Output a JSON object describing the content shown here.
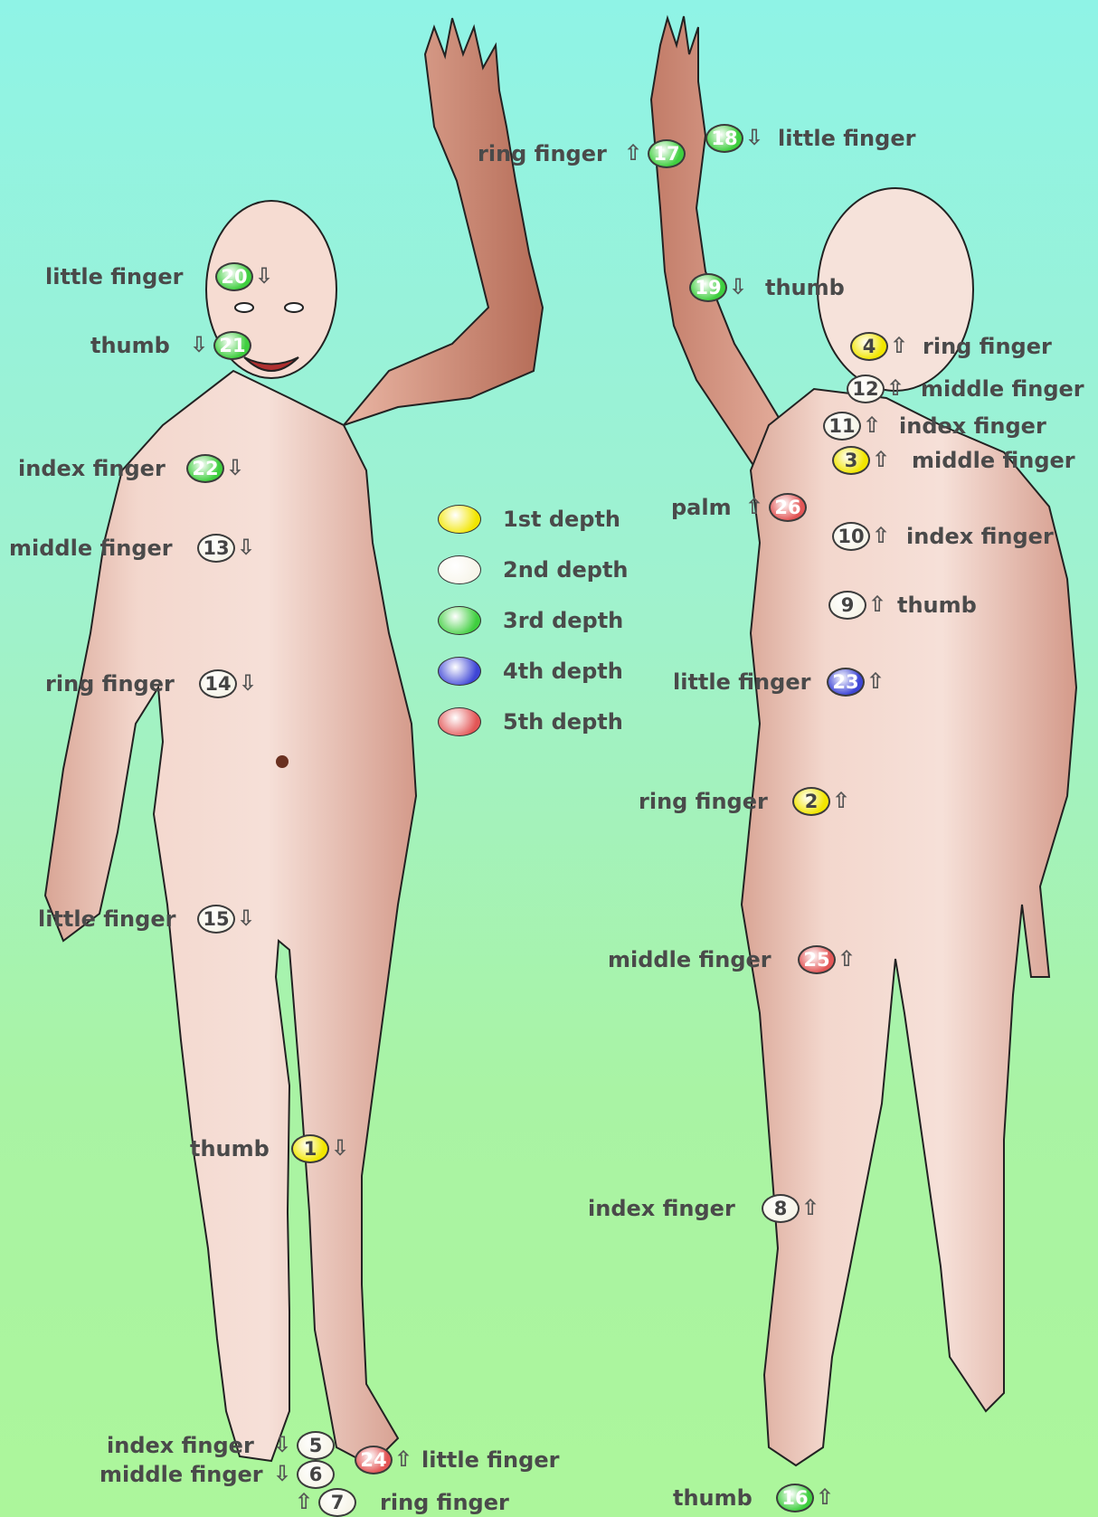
{
  "depth_colors": {
    "1": "#f2e600",
    "2": "#f7f5ea",
    "3": "#3fcf3f",
    "4": "#3e46d6",
    "5": "#e35656"
  },
  "legend": [
    {
      "label": "1st depth",
      "depth": 1
    },
    {
      "label": "2nd depth",
      "depth": 2
    },
    {
      "label": "3rd depth",
      "depth": 3
    },
    {
      "label": "4th depth",
      "depth": 4
    },
    {
      "label": "5th depth",
      "depth": 5
    }
  ],
  "points": [
    {
      "num": "1",
      "label": "thumb",
      "depth": 1,
      "arrow": "down",
      "side": "front"
    },
    {
      "num": "2",
      "label": "ring finger",
      "depth": 1,
      "arrow": "up",
      "side": "back"
    },
    {
      "num": "3",
      "label": "middle finger",
      "depth": 1,
      "arrow": "up",
      "side": "back"
    },
    {
      "num": "4",
      "label": "ring finger",
      "depth": 1,
      "arrow": "up",
      "side": "back"
    },
    {
      "num": "5",
      "label": "index finger",
      "depth": 2,
      "arrow": "down",
      "side": "front"
    },
    {
      "num": "6",
      "label": "middle finger",
      "depth": 2,
      "arrow": "down",
      "side": "front"
    },
    {
      "num": "7",
      "label": "ring finger",
      "depth": 2,
      "arrow": "up",
      "side": "front"
    },
    {
      "num": "8",
      "label": "index finger",
      "depth": 2,
      "arrow": "up",
      "side": "back"
    },
    {
      "num": "9",
      "label": "thumb",
      "depth": 2,
      "arrow": "up",
      "side": "back"
    },
    {
      "num": "10",
      "label": "index finger",
      "depth": 2,
      "arrow": "up",
      "side": "back"
    },
    {
      "num": "11",
      "label": "index finger",
      "depth": 2,
      "arrow": "up",
      "side": "back"
    },
    {
      "num": "12",
      "label": "middle finger",
      "depth": 2,
      "arrow": "up",
      "side": "back"
    },
    {
      "num": "13",
      "label": "middle finger",
      "depth": 2,
      "arrow": "down",
      "side": "front"
    },
    {
      "num": "14",
      "label": "ring finger",
      "depth": 2,
      "arrow": "down",
      "side": "front"
    },
    {
      "num": "15",
      "label": "little finger",
      "depth": 2,
      "arrow": "down",
      "side": "front"
    },
    {
      "num": "16",
      "label": "thumb",
      "depth": 3,
      "arrow": "up",
      "side": "back"
    },
    {
      "num": "17",
      "label": "ring finger",
      "depth": 3,
      "arrow": "up",
      "side": "back"
    },
    {
      "num": "18",
      "label": "little finger",
      "depth": 3,
      "arrow": "down",
      "side": "back"
    },
    {
      "num": "19",
      "label": "thumb",
      "depth": 3,
      "arrow": "down",
      "side": "back"
    },
    {
      "num": "20",
      "label": "little finger",
      "depth": 3,
      "arrow": "down",
      "side": "front"
    },
    {
      "num": "21",
      "label": "thumb",
      "depth": 3,
      "arrow": "down",
      "side": "front"
    },
    {
      "num": "22",
      "label": "index finger",
      "depth": 3,
      "arrow": "down",
      "side": "front"
    },
    {
      "num": "23",
      "label": "little finger",
      "depth": 4,
      "arrow": "up",
      "side": "back"
    },
    {
      "num": "24",
      "label": "little finger",
      "depth": 5,
      "arrow": "up",
      "side": "front"
    },
    {
      "num": "25",
      "label": "middle finger",
      "depth": 5,
      "arrow": "up",
      "side": "back"
    },
    {
      "num": "26",
      "label": "palm",
      "depth": 5,
      "arrow": "up",
      "side": "back"
    }
  ]
}
